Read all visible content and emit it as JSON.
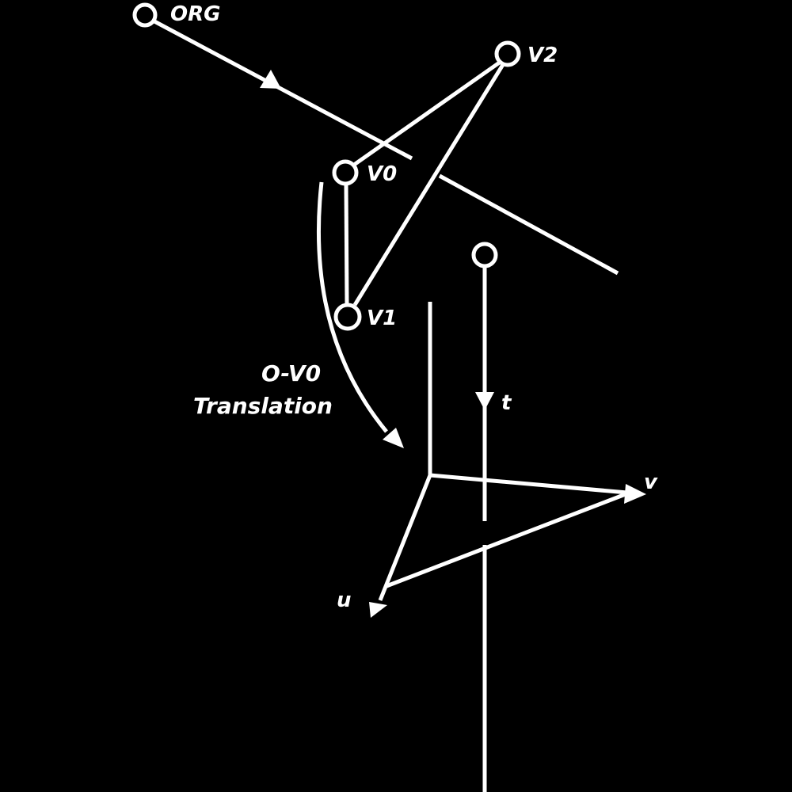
{
  "colors": {
    "background": "#000000",
    "foreground": "#ffffff"
  },
  "labels": {
    "org": "ORG",
    "v0": "V0",
    "v1": "V1",
    "v2": "V2",
    "translation_line1": "O-V0",
    "translation_line2": "Translation",
    "t": "t",
    "u": "u",
    "v": "v"
  }
}
